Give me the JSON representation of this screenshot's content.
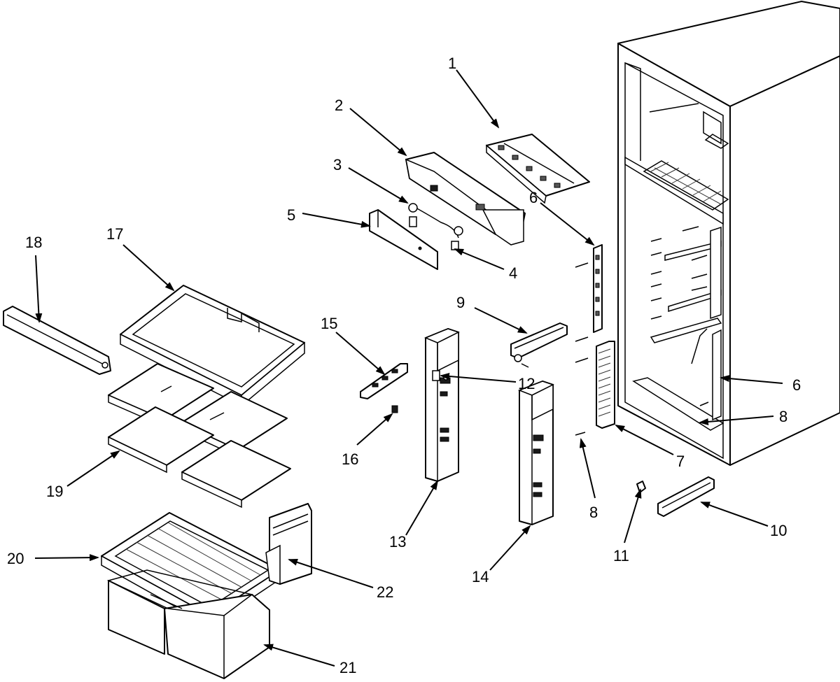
{
  "callouts": [
    {
      "id": "c1",
      "label": "1"
    },
    {
      "id": "c2",
      "label": "2"
    },
    {
      "id": "c3",
      "label": "3"
    },
    {
      "id": "c4",
      "label": "4"
    },
    {
      "id": "c5",
      "label": "5"
    },
    {
      "id": "c6a",
      "label": "6"
    },
    {
      "id": "c6b",
      "label": "6"
    },
    {
      "id": "c7",
      "label": "7"
    },
    {
      "id": "c8a",
      "label": "8"
    },
    {
      "id": "c8b",
      "label": "8"
    },
    {
      "id": "c9",
      "label": "9"
    },
    {
      "id": "c10",
      "label": "10"
    },
    {
      "id": "c11",
      "label": "11"
    },
    {
      "id": "c12",
      "label": "12"
    },
    {
      "id": "c13",
      "label": "13"
    },
    {
      "id": "c14",
      "label": "14"
    },
    {
      "id": "c15",
      "label": "15"
    },
    {
      "id": "c16",
      "label": "16"
    },
    {
      "id": "c17",
      "label": "17"
    },
    {
      "id": "c18",
      "label": "18"
    },
    {
      "id": "c19",
      "label": "19"
    },
    {
      "id": "c20",
      "label": "20"
    },
    {
      "id": "c21",
      "label": "21"
    },
    {
      "id": "c22",
      "label": "22"
    }
  ]
}
